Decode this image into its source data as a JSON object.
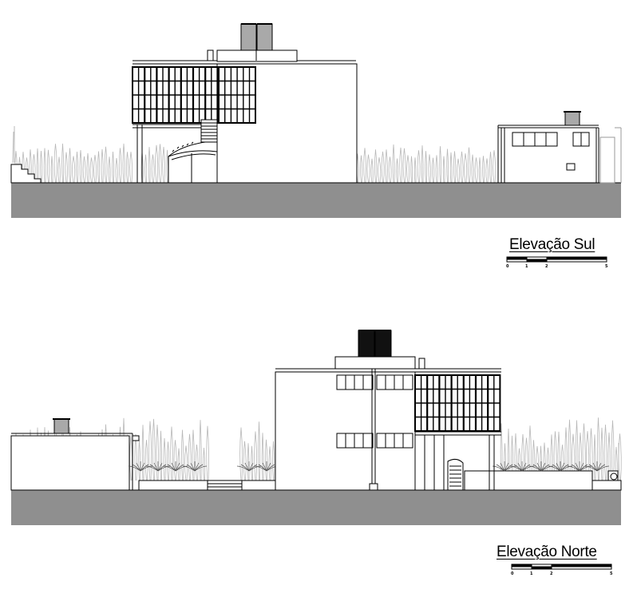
{
  "elevations": [
    {
      "title": "Elevação Sul",
      "scale_ticks": [
        "0",
        "1",
        "2",
        "5"
      ]
    },
    {
      "title": "Elevação Norte",
      "scale_ticks": [
        "0",
        "1",
        "2",
        "5"
      ]
    }
  ],
  "colors": {
    "ground": "#8f8f8f",
    "line": "#000000",
    "vegetation": "#b8b8b8",
    "tank_light": "#a9a9a9",
    "tank_dark": "#111111"
  }
}
